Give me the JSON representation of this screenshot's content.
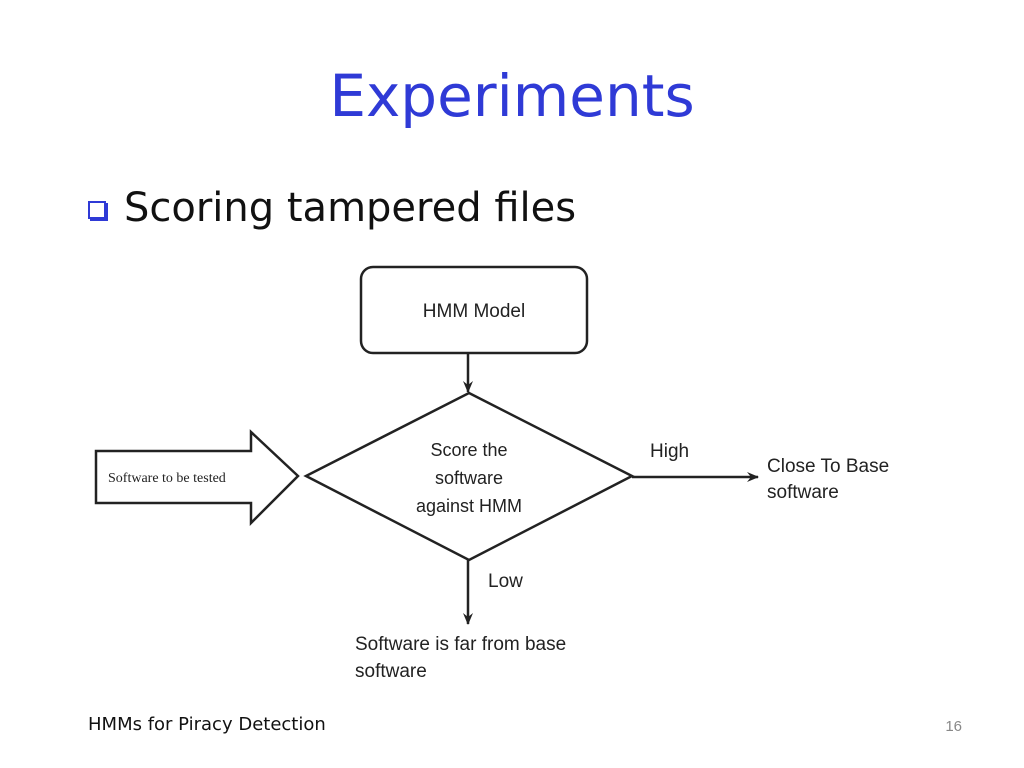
{
  "slide": {
    "title": "Experiments",
    "bullet": "Scoring tampered files",
    "footer_left": "HMMs for Piracy Detection",
    "page_number": "16"
  },
  "diagram": {
    "model_box": "HMM Model",
    "decision": [
      "Score the",
      "software",
      "against HMM"
    ],
    "input_arrow": "Software to be tested",
    "high_label": "High",
    "high_result": [
      "Close To Base",
      "software"
    ],
    "low_label": "Low",
    "low_result": [
      "Software is far from base",
      "software"
    ]
  },
  "colors": {
    "title": "#2f3ad6",
    "text": "#111111",
    "diagram_line": "#222222"
  }
}
